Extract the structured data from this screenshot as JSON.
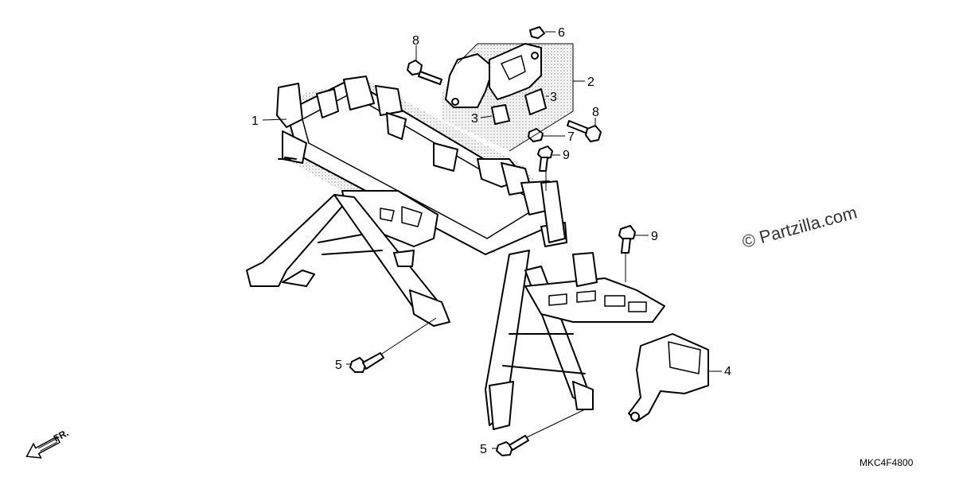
{
  "callouts": {
    "p1": "1",
    "p2": "2",
    "p3a": "3",
    "p3b": "3",
    "p4": "4",
    "p5a": "5",
    "p5b": "5",
    "p6": "6",
    "p7": "7",
    "p8a": "8",
    "p8b": "8",
    "p9a": "9",
    "p9b": "9"
  },
  "watermark": "© Partzilla.com",
  "diagram_code": "MKC4F4800",
  "direction_label": "FR.",
  "icons": {
    "direction": "arrow-front-icon"
  }
}
